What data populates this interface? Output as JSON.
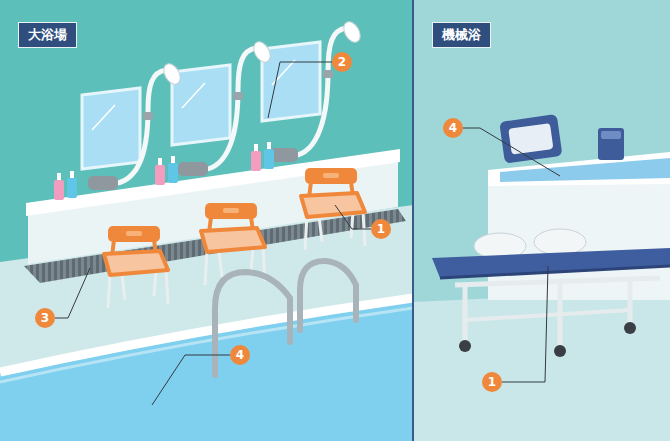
{
  "diagram": {
    "nodes": [
      {
        "text": [
          "大浴場"
        ]
      },
      {
        "text": [
          "機械浴"
        ]
      }
    ],
    "labels": [
      "2",
      "1",
      "3",
      "4",
      "4",
      "1"
    ]
  }
}
